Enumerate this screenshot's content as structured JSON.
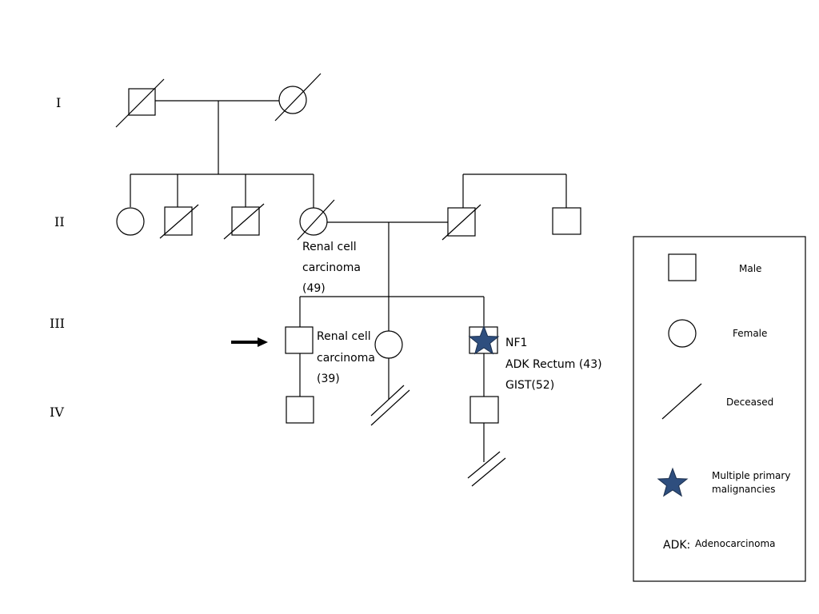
{
  "generations": {
    "g1": "I",
    "g2": "II",
    "g3": "III",
    "g4": "IV"
  },
  "individuals": {
    "mother_ii": {
      "line1": "Renal cell",
      "line2": "carcinoma",
      "line3": "(49)"
    },
    "proband": {
      "line1": "Renal cell",
      "line2": "carcinoma",
      "line3": "(39)"
    },
    "sibling_nf1": {
      "line1": "NF1",
      "line2": "ADK Rectum (43)",
      "line3": "GIST(52)"
    }
  },
  "legend": {
    "male": "Male",
    "female": "Female",
    "deceased": "Deceased",
    "multiple_line1": "Multiple primary",
    "multiple_line2": "malignancies",
    "abbr_key": "ADK:",
    "abbr_value": "Adenocarcinoma"
  },
  "colors": {
    "star": "#2e4e7e",
    "line": "#000000"
  }
}
